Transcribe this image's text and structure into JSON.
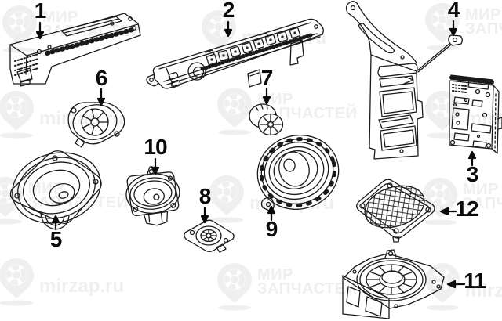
{
  "diagram": {
    "description": "Exploded parts diagram of vehicle audio system components with numbered callouts",
    "callouts": [
      {
        "number": "1"
      },
      {
        "number": "2"
      },
      {
        "number": "3"
      },
      {
        "number": "4"
      },
      {
        "number": "5"
      },
      {
        "number": "6"
      },
      {
        "number": "7"
      },
      {
        "number": "8"
      },
      {
        "number": "9"
      },
      {
        "number": "10"
      },
      {
        "number": "11"
      },
      {
        "number": "12"
      }
    ]
  },
  "watermark": {
    "brand_line1": "МИР",
    "brand_line2": "ЗАПЧАСТЕЙ",
    "site": "mirzap.ru",
    "color": "#efefef"
  },
  "colors": {
    "background": "#ffffff",
    "line": "#1a1a1a",
    "label": "#0a0a0a"
  }
}
